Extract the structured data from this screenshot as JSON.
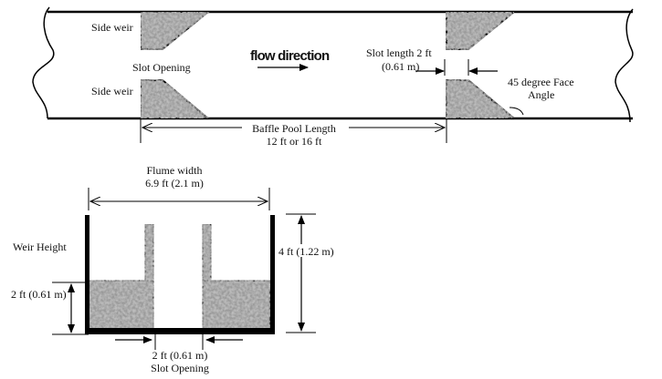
{
  "plan_view": {
    "side_weir_top": "Side weir",
    "side_weir_bottom": "Side weir",
    "slot_opening": "Slot Opening",
    "flow_direction": "flow direction",
    "slot_length_line1": "Slot length 2 ft",
    "slot_length_line2": "(0.61 m)",
    "face_angle_line1": "45 degree Face",
    "face_angle_line2": "Angle",
    "pool_length_line1": "Baffle Pool Length",
    "pool_length_line2": "12 ft or 16 ft"
  },
  "section_view": {
    "flume_width_line1": "Flume width",
    "flume_width_line2": "6.9 ft (2.1 m)",
    "weir_height": "Weir Height",
    "weir_height_value": "2 ft (0.61 m)",
    "wall_height": "4 ft (1.22 m)",
    "slot_value": "2 ft (0.61 m)",
    "slot_label": "Slot Opening"
  }
}
